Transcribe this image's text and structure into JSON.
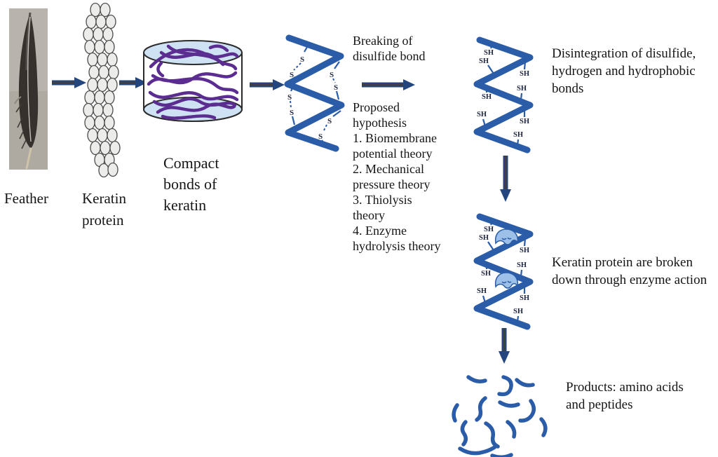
{
  "diagram": {
    "labels": {
      "feather": "Feather",
      "keratin_protein": [
        "Keratin",
        "protein"
      ],
      "compact_bonds": [
        "Compact",
        "bonds of",
        "keratin"
      ],
      "breaking_disulfide": [
        "Breaking of",
        "disulfide bond"
      ],
      "proposed_hypothesis": [
        "Proposed",
        "hypothesis",
        "1. Biomembrane",
        "potential theory",
        "2. Mechanical",
        "pressure theory",
        "3. Thiolysis",
        "theory",
        "4. Enzyme",
        "hydrolysis theory"
      ],
      "disintegration": [
        "Disintegration of disulfide,",
        "hydrogen and hydrophobic",
        "bonds"
      ],
      "enzyme_action": [
        "Keratin protein are broken",
        "down through enzyme action"
      ],
      "products": [
        "Products: amino acids",
        "and peptides"
      ]
    },
    "bond_labels": {
      "disulfide_s": "S",
      "thiol_sh": "SH"
    },
    "colors": {
      "helix_blue": "#2b5ca8",
      "tangle_purple": "#5b2d91",
      "cylinder_fill": "#cfe2f4",
      "bead_fill": "#ececea",
      "arrow_outline_blue": "#24467e",
      "arrow_core_dark": "#3f3f3f",
      "enzyme_fill": "#9cc0e8",
      "text": "#151515",
      "background": "#ffffff"
    }
  }
}
